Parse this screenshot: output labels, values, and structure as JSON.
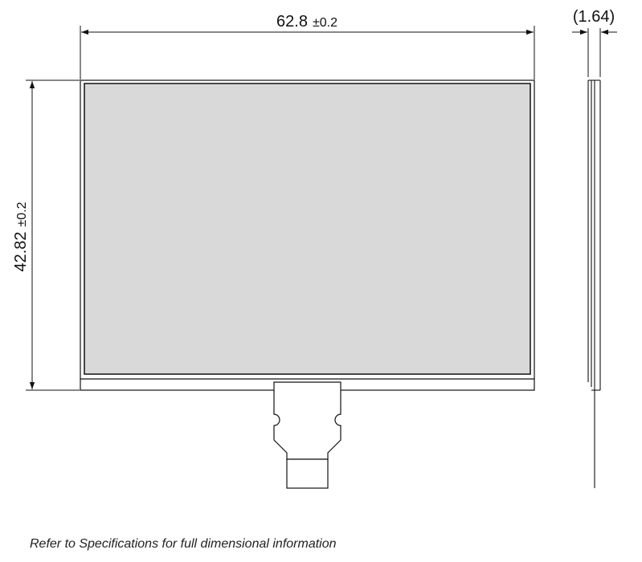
{
  "dimensions": {
    "width_value": "62.8",
    "width_tolerance": "±0.2",
    "height_value": "42.82",
    "height_tolerance": "±0.2",
    "thickness": "(1.64)"
  },
  "note": "Refer to Specifications for full dimensional information",
  "colors": {
    "line": "#111111",
    "active_area": "#d9d9d9",
    "background": "#ffffff"
  }
}
